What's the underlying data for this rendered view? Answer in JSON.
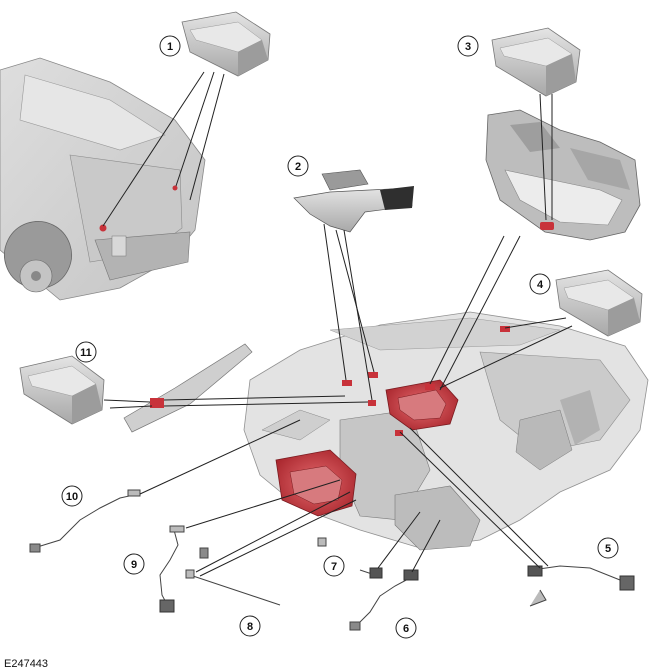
{
  "figure_id": "E247443",
  "callouts": [
    "1",
    "2",
    "3",
    "4",
    "5",
    "6",
    "7",
    "8",
    "9",
    "10",
    "11"
  ],
  "colors": {
    "highlight": "#c8323a",
    "part_fill": "#cfcfcf",
    "part_shade": "#a9a9a9",
    "line": "#222222"
  }
}
